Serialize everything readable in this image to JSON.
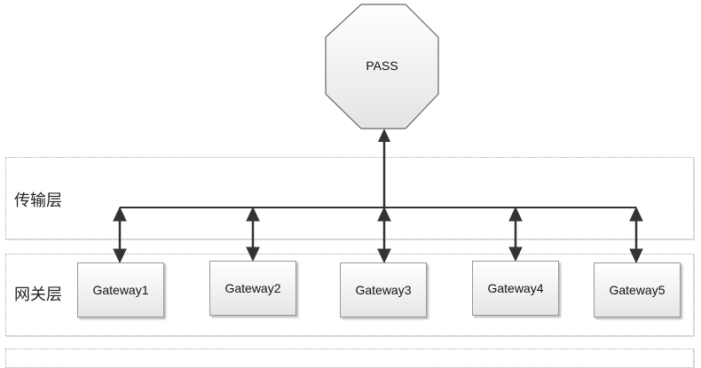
{
  "top_node": {
    "label": "PASS"
  },
  "layers": [
    {
      "label": "传输层"
    },
    {
      "label": "网关层"
    }
  ],
  "gateways": [
    {
      "label": "Gateway1"
    },
    {
      "label": "Gateway2"
    },
    {
      "label": "Gateway3"
    },
    {
      "label": "Gateway4"
    },
    {
      "label": "Gateway5"
    }
  ]
}
